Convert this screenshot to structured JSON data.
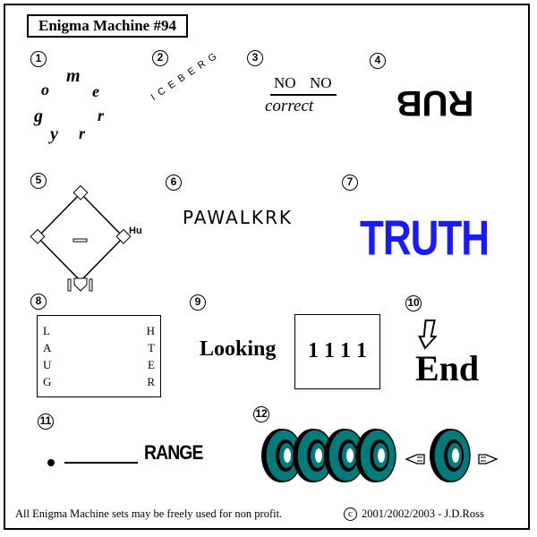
{
  "title": "Enigma Machine #94",
  "puzzles": [
    {
      "num": "1",
      "letters": [
        "m",
        "o",
        "e",
        "g",
        "r",
        "y",
        "r"
      ]
    },
    {
      "num": "2",
      "text": "ICEBERG"
    },
    {
      "num": "3",
      "top_left": "NO",
      "top_right": "NO",
      "bottom": "correct"
    },
    {
      "num": "4",
      "text": "RUB"
    },
    {
      "num": "5",
      "label": "Hu"
    },
    {
      "num": "6",
      "text": "PAWALKRK"
    },
    {
      "num": "7",
      "text": "TRUTH"
    },
    {
      "num": "8",
      "left": [
        "L",
        "A",
        "U",
        "G"
      ],
      "right": [
        "H",
        "T",
        "E",
        "R"
      ]
    },
    {
      "num": "9",
      "word": "Looking",
      "boxed": "1 1 1 1"
    },
    {
      "num": "10",
      "text": "End"
    },
    {
      "num": "11",
      "text": "RANGE"
    },
    {
      "num": "12"
    }
  ],
  "footer": {
    "left": "All Enigma Machine sets may be freely used for non profit.",
    "copyright_symbol": "c",
    "right": "2001/2002/2003 - J.D.Ross"
  },
  "colors": {
    "truth": "#1a1aff",
    "tire": "#007b7b"
  }
}
